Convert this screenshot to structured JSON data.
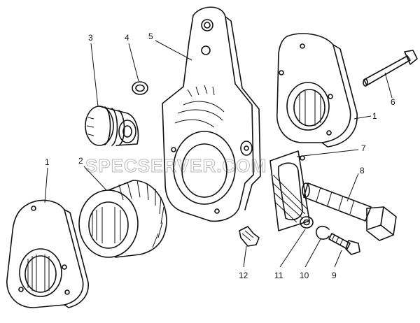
{
  "watermark": "SPECSERVER.COM",
  "callouts": [
    {
      "id": "label-1-left",
      "text": "1"
    },
    {
      "id": "label-2",
      "text": "2"
    },
    {
      "id": "label-3",
      "text": "3"
    },
    {
      "id": "label-4",
      "text": "4"
    },
    {
      "id": "label-5",
      "text": "5"
    },
    {
      "id": "label-1-right",
      "text": "1"
    },
    {
      "id": "label-6",
      "text": "6"
    },
    {
      "id": "label-7",
      "text": "7"
    },
    {
      "id": "label-8",
      "text": "8"
    },
    {
      "id": "label-12",
      "text": "12"
    },
    {
      "id": "label-11",
      "text": "11"
    },
    {
      "id": "label-10",
      "text": "10"
    },
    {
      "id": "label-9",
      "text": "9"
    }
  ]
}
